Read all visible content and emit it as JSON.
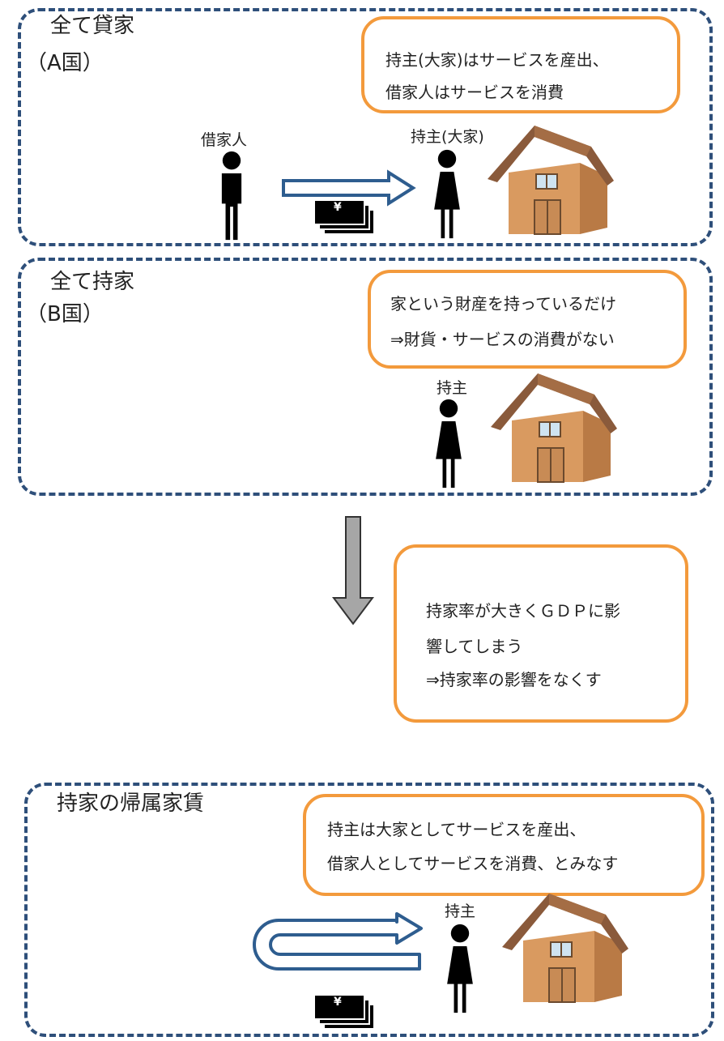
{
  "panel_a": {
    "title_line1": "全て貸家",
    "title_line2": "（A国）",
    "callout": [
      "持主(大家)はサービスを産出、",
      "借家人はサービスを消費"
    ],
    "tenant_label": "借家人",
    "owner_label": "持主(大家)",
    "money_symbol": "¥"
  },
  "panel_b": {
    "title_line1": "全て持家",
    "title_line2": "（B国）",
    "callout": [
      "家という財産を持っているだけ",
      "⇒財貨・サービスの消費がない"
    ],
    "owner_label": "持主"
  },
  "middle_callout": [
    "持家率が大きくＧＤＰに影",
    "響してしまう",
    "⇒持家率の影響をなくす"
  ],
  "panel_c": {
    "title": "持家の帰属家賃",
    "callout": [
      "持主は大家としてサービスを産出、",
      "借家人としてサービスを消費、とみなす"
    ],
    "owner_label": "持主",
    "money_symbol": "¥"
  },
  "colors": {
    "panel_border": "#2e4f7a",
    "callout_border": "#f39a3c",
    "arrow_fill": "#a6a6a6",
    "flow_arrow": "#2e5d8f"
  }
}
